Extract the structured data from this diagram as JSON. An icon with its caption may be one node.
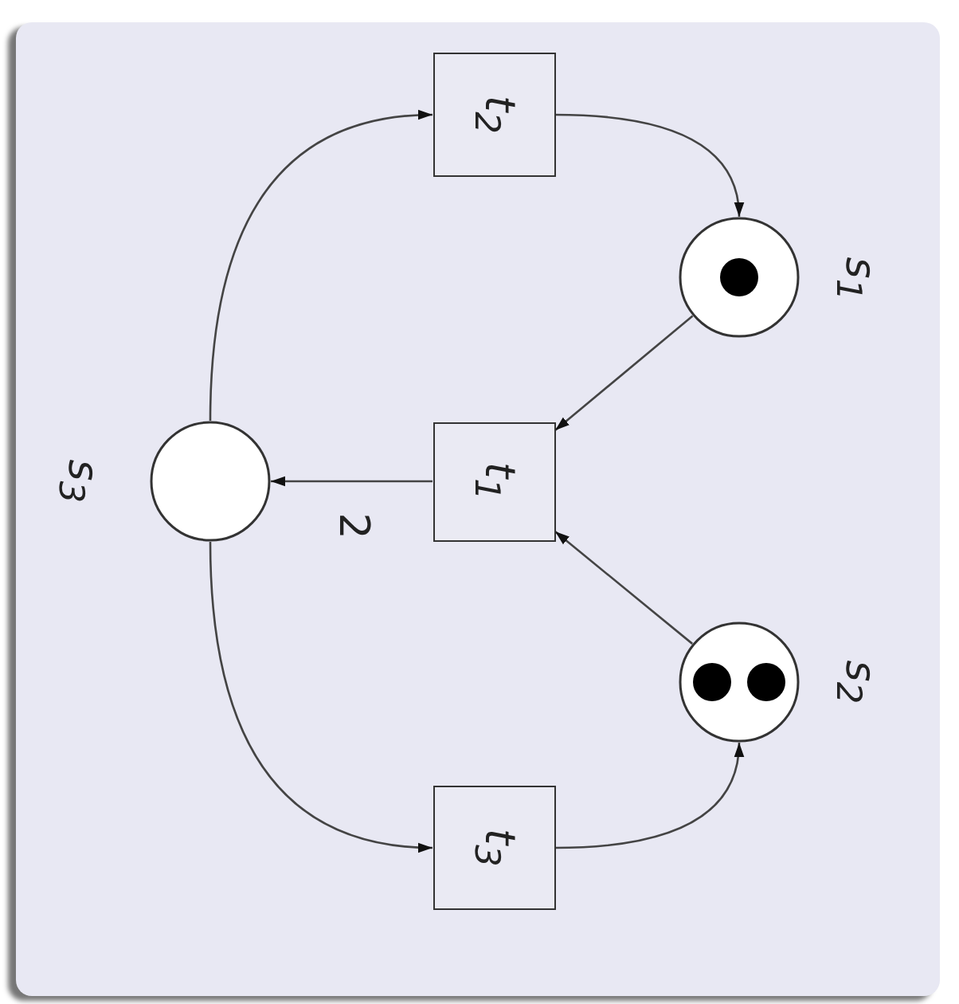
{
  "diagram": {
    "nodes": [
      {
        "text": [
          "t$_{2}$"
        ]
      },
      {
        "text": [],
        "shape": "circle",
        "beside": [
          "s$_{1}$"
        ]
      },
      {
        "text": [
          "t$_{1}$"
        ]
      },
      {
        "text": [],
        "shape": "circle",
        "beside": [
          "s$_{3}$"
        ]
      },
      {
        "text": [],
        "shape": "circle",
        "beside": [
          "s$_{2}$"
        ]
      },
      {
        "text": [
          "t$_{3}$"
        ]
      }
    ],
    "edges": [
      {
        "from": 3,
        "to": 0,
        "arrow": "to"
      },
      {
        "from": 0,
        "to": 1,
        "arrow": "to"
      },
      {
        "from": 1,
        "to": 2,
        "arrow": "to"
      },
      {
        "from": 4,
        "to": 2,
        "arrow": "to"
      },
      {
        "from": 2,
        "to": 3,
        "arrow": "to",
        "label": "2"
      },
      {
        "from": 3,
        "to": 5,
        "arrow": "to"
      },
      {
        "from": 5,
        "to": 4,
        "arrow": "to"
      }
    ]
  }
}
